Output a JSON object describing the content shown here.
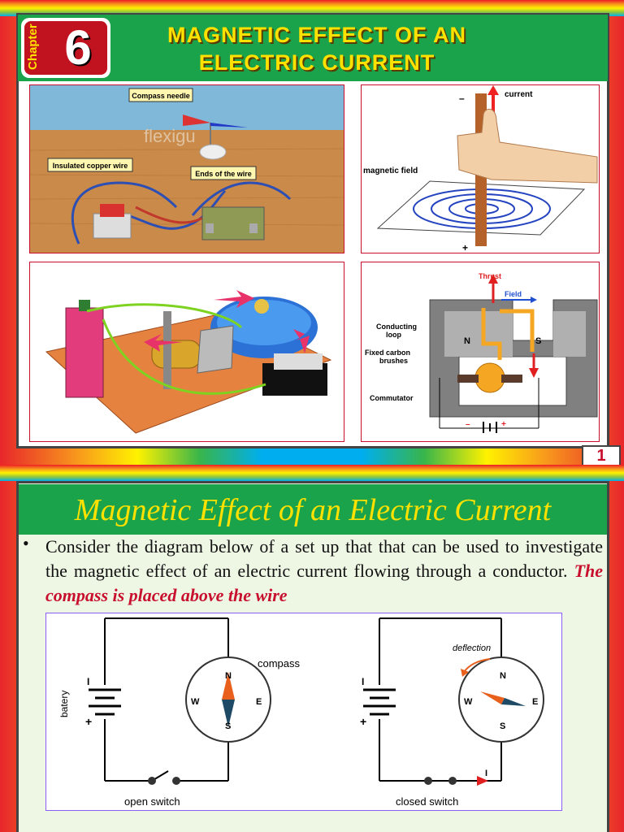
{
  "slide1": {
    "chapter_word": "Chapter",
    "chapter_number": "6",
    "title_line1": "MAGNETIC EFFECT OF AN",
    "title_line2": "ELECTRIC CURRENT",
    "page_number": "1",
    "img1": {
      "compass_needle": "Compass needle",
      "insulated_wire": "Insulated copper wire",
      "ends_wire": "Ends of the wire",
      "watermark": "flexigu"
    },
    "img2": {
      "current": "current",
      "magnetic_field": "magnetic field",
      "minus": "–",
      "plus": "+"
    },
    "img4": {
      "thrust": "Thrust",
      "field": "Field",
      "conducting_loop_1": "Conducting",
      "conducting_loop_2": "loop",
      "brushes_1": "Fixed carbon",
      "brushes_2": "brushes",
      "commutator": "Commutator",
      "n": "N",
      "s": "S",
      "minus": "–",
      "plus": "+"
    }
  },
  "slide2": {
    "title": "Magnetic Effect of  an Electric Current",
    "bullet": "•",
    "body": "Consider the diagram below of a set up that that can be used to investigate the magnetic effect of an electric current flowing through a conductor.",
    "body_red": "The compass is placed above the wire",
    "diagram": {
      "battery": "batery",
      "compass": "compass",
      "deflection": "deflection",
      "open_switch": "open switch",
      "closed_switch": "closed switch",
      "n": "N",
      "s": "S",
      "e": "E",
      "w": "W",
      "i": "I",
      "plus": "+",
      "current_i": "I"
    }
  },
  "colors": {
    "green": "#1aa34a",
    "yellow": "#ffe100",
    "red": "#c8102e"
  }
}
